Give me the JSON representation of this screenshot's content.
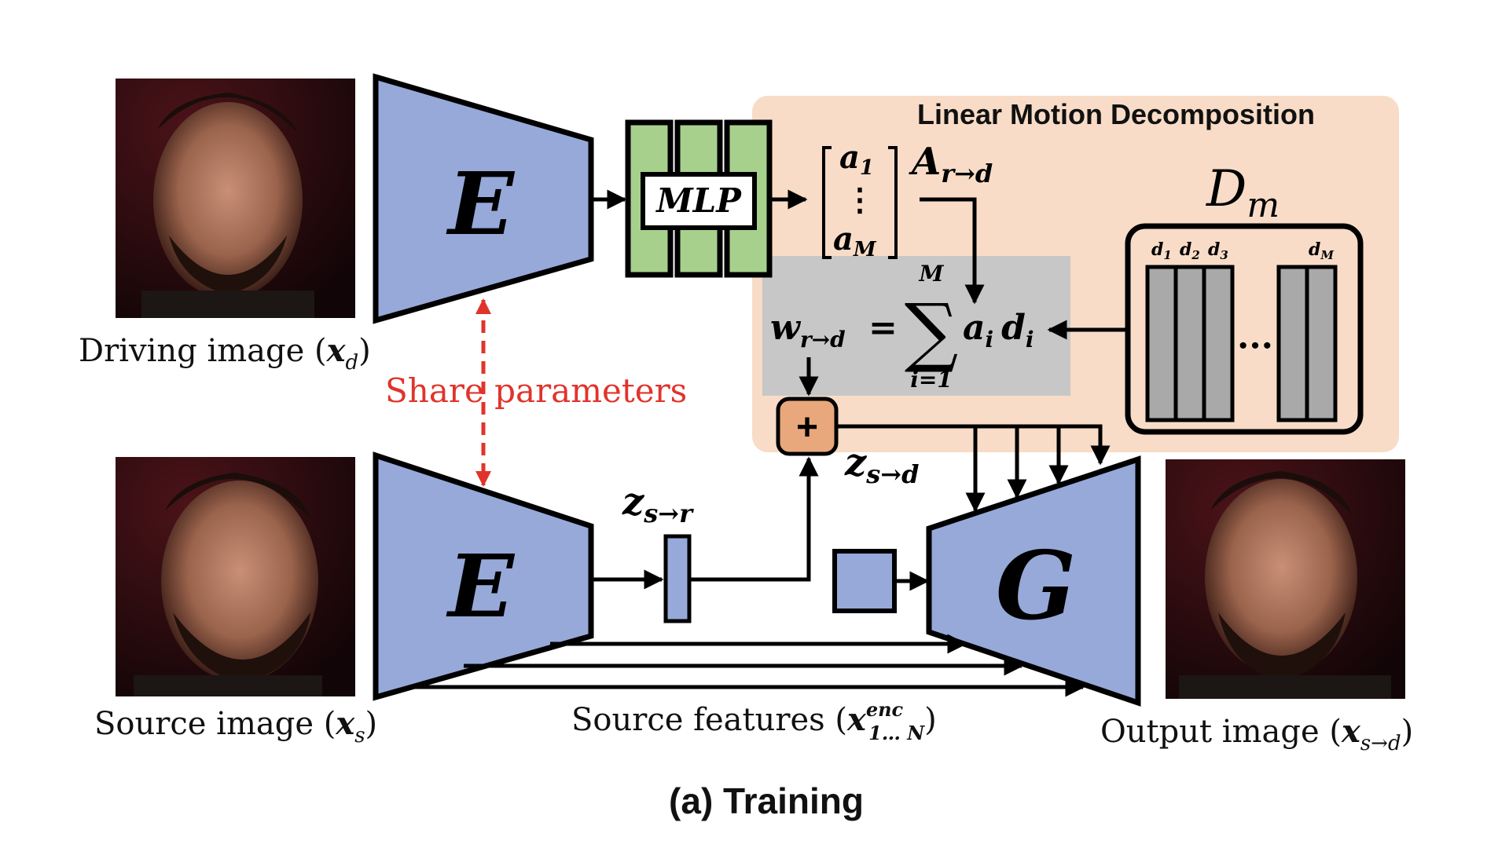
{
  "labels": {
    "driving_caption": "Driving image (",
    "driving_symbol": "x",
    "driving_sub": "d",
    "source_caption": "Source image (",
    "source_symbol": "x",
    "source_sub": "s",
    "output_caption": "Output image (",
    "output_symbol": "x",
    "output_sub": "s→d",
    "close_paren": ")",
    "share_params": "Share parameters",
    "encoder_letter": "E",
    "generator_letter": "G",
    "mlp": "MLP",
    "lmd_title": "Linear Motion Decomposition",
    "dm_symbol": "D",
    "dm_sub": "m",
    "a_top": "a",
    "a_top_sub": "1",
    "a_dots": "⋮",
    "a_bottom": "a",
    "a_bottom_sub": "M",
    "A_symbol": "A",
    "A_sub": "r→d",
    "w_symbol": "w",
    "w_sub": "r→d",
    "equals": "=",
    "sum_sign": "∑",
    "sum_upper": "M",
    "sum_lower": "i=1",
    "sum_term_a": "a",
    "sum_term_a_sub": "i",
    "sum_term_d": "d",
    "sum_term_d_sub": "i",
    "plus": "+",
    "z_sd": "z",
    "z_sd_sub": "s→d",
    "z_sr": "z",
    "z_sr_sub": "s→r",
    "d1": "d",
    "d1_sub": "1",
    "d2": "d",
    "d2_sub": "2",
    "d3": "d",
    "d3_sub": "3",
    "dM": "d",
    "dM_sub": "M",
    "ellipsis": "···",
    "source_features": "Source features (",
    "source_features_symbol": "x",
    "source_features_sup": "enc",
    "source_features_sub": "1… N",
    "caption": "(a) Training"
  },
  "colors": {
    "encoder_fill": "#97a9d9",
    "mlp_fill": "#a8d08d",
    "lmd_bg": "#f8dcc7",
    "sum_box": "#c7c7c7",
    "plus_fill": "#e8a87c",
    "share_red": "#e0342b",
    "dict_bar": "#a9a9a9"
  },
  "images": {
    "driving": "face-photo-driving",
    "source": "face-photo-source",
    "output": "face-photo-output"
  }
}
